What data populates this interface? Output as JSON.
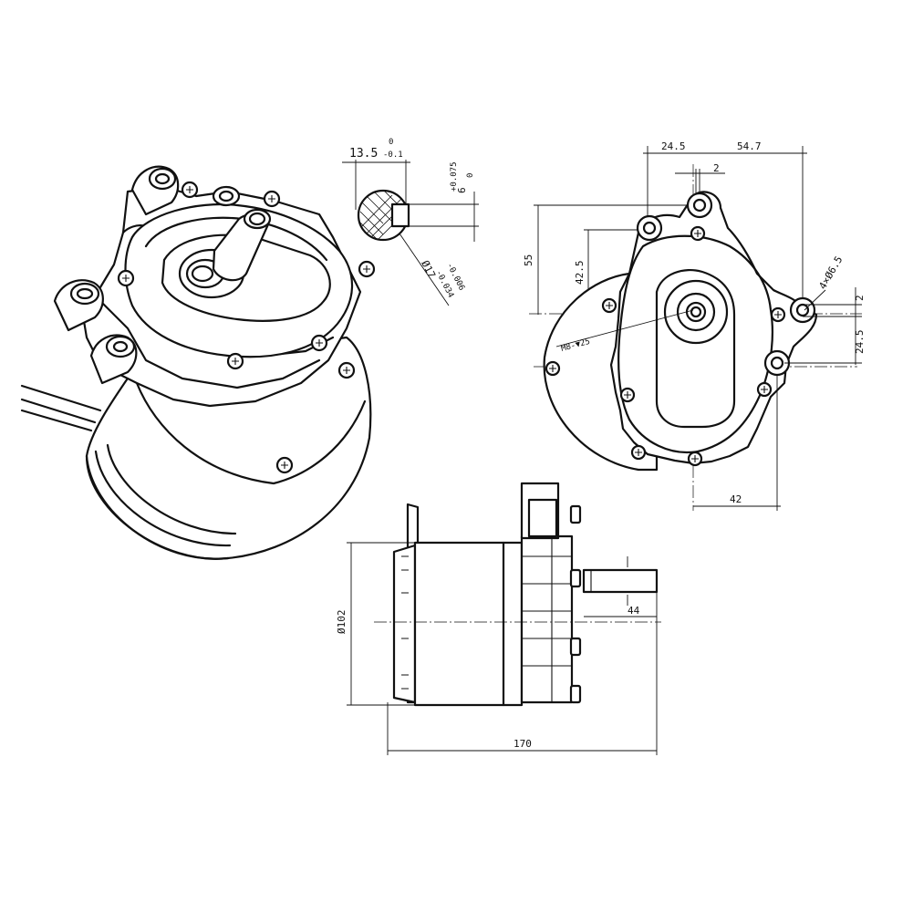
{
  "dims": {
    "top_shaft_width": "13.5",
    "top_shaft_width_tol_up": "0",
    "top_shaft_width_tol_low": "-0.1",
    "key_width": "6",
    "key_tol_up": "+0.075",
    "key_tol_low": "0",
    "shaft_dia": "Ø17",
    "shaft_dia_tol_up": "-0.006",
    "shaft_dia_tol_low": "-0.034",
    "d_24_5_top": "24.5",
    "d_54_7": "54.7",
    "d_2_top": "2",
    "d_55": "55",
    "d_42_5": "42.5",
    "d_4x65": "4×Ø6.5",
    "d_2_right": "2",
    "d_24_5_right": "24.5",
    "d_42": "42",
    "d_m8": "M8-▼25",
    "d_102": "Ø102",
    "d_170": "170",
    "d_44": "44"
  },
  "icons": {
    "screw": "phillips-screw-icon"
  },
  "watermark": ""
}
